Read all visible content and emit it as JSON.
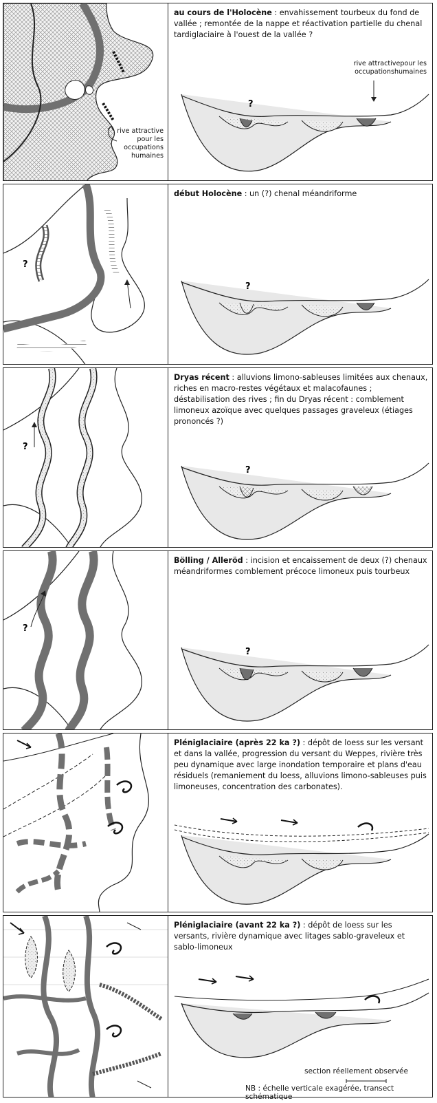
{
  "panels": [
    {
      "period": "au cours de l'Holocène",
      "separator": " : ",
      "description": "envahissement tourbeux du fond de vallée ; remontée de la nappe et réactivation partielle du chenal tardiglaciaire à l'ouest de la vallée ?",
      "map_note": "rive attractive pour les occupations humaines",
      "section_note": "rive attractivepour les occupationshumaines",
      "question_marks": [
        "?"
      ]
    },
    {
      "period": "début Holocène",
      "separator": " : ",
      "description": "un (?) chenal méandriforme",
      "question_marks": [
        "?",
        "?"
      ]
    },
    {
      "period": "Dryas récent",
      "separator": " : ",
      "description": "alluvions limono-sableuses limitées aux chenaux, riches en macro-restes végétaux et malacofaunes ; déstabilisation des rives ; fin du Dryas récent : comblement limoneux azoïque avec quelques passages graveleux (étiages prononcés ?)",
      "question_marks": [
        "?",
        "?"
      ]
    },
    {
      "period": "Bölling / Alleröd",
      "separator": " : ",
      "description": "incision et encaissement de deux (?) chenaux méandriformes comblement précoce limoneux puis tourbeux",
      "question_marks": [
        "?",
        "?"
      ]
    },
    {
      "period": "Pléniglaciaire (après 22 ka ?)",
      "separator": " : ",
      "description": "dépôt de loess sur les versant et dans la vallée, progression du versant du Weppes, rivière très peu dynamique avec large inondation temporaire et plans d'eau résiduels (remaniement du loess, alluvions limono-sableuses puis limoneuses, concentration des carbonates)."
    },
    {
      "period": "Pléniglaciaire (avant 22 ka ?)",
      "separator": " : ",
      "description": "dépôt de loess sur les versants, rivière dynamique avec litages sablo-graveleux et sablo-limoneux"
    }
  ],
  "scale_label": "section réellement observée",
  "footnote": "NB : échelle verticale exagérée, transect schématique",
  "colors": {
    "channel": "#707070",
    "stipple": "#dddddd",
    "line": "#222222"
  }
}
